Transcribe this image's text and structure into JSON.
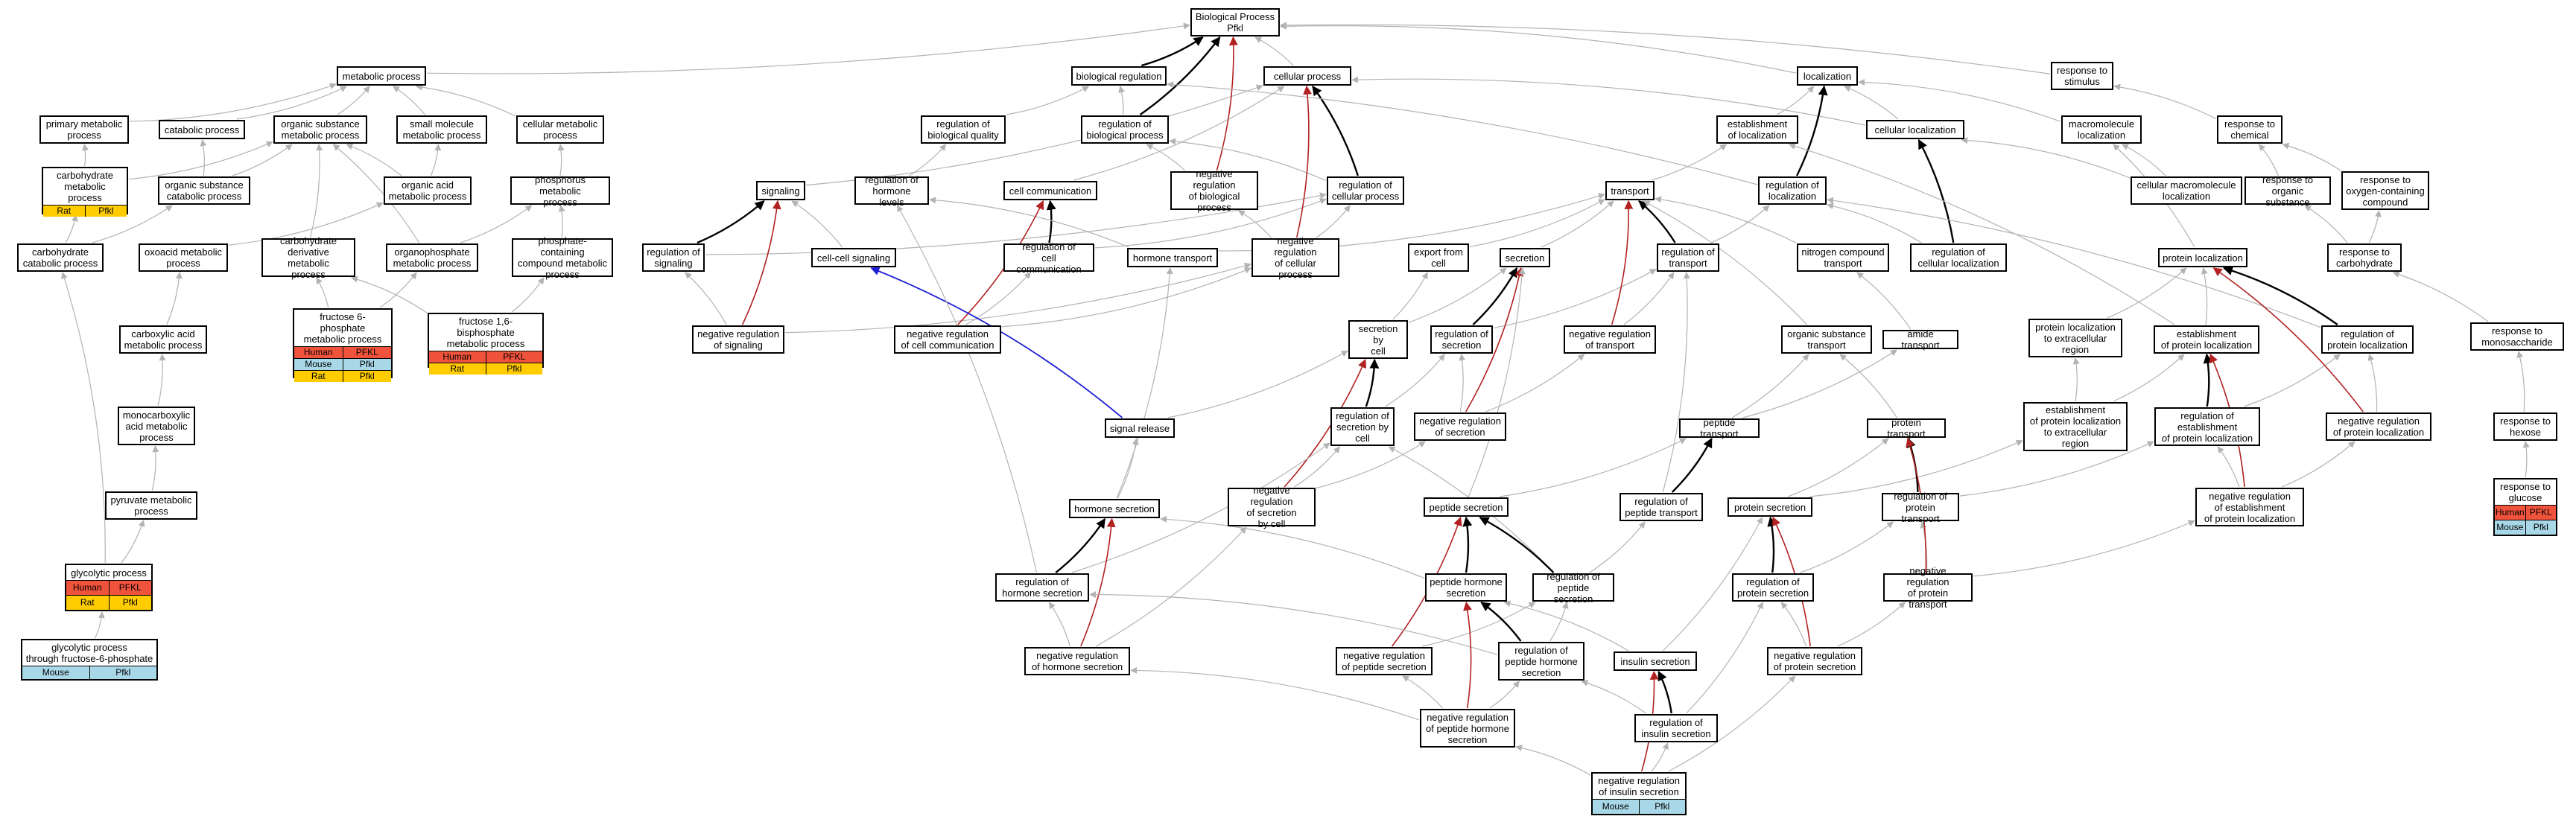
{
  "colors": {
    "edge_gray": "#b3b3b3",
    "edge_black": "#000000",
    "edge_red": "#b22222",
    "edge_blue": "#1f1fd6",
    "human": "#f0533c",
    "rat": "#ffcc00",
    "mouse": "#a8d8e8"
  },
  "nodes": [
    {
      "id": "root",
      "label": "Biological Process\nPfkl"
    },
    {
      "id": "bioreg",
      "label": "biological regulation"
    },
    {
      "id": "cellproc",
      "label": "cellular process"
    },
    {
      "id": "localization",
      "label": "localization"
    },
    {
      "id": "resp_stim",
      "label": "response to\nstimulus"
    },
    {
      "id": "metabolic",
      "label": "metabolic process"
    },
    {
      "id": "primary_met",
      "label": "primary metabolic\nprocess"
    },
    {
      "id": "catabolic",
      "label": "catabolic process"
    },
    {
      "id": "org_sub_met",
      "label": "organic substance\nmetabolic process"
    },
    {
      "id": "small_mol_met",
      "label": "small molecule\nmetabolic process"
    },
    {
      "id": "cell_met",
      "label": "cellular metabolic\nprocess"
    },
    {
      "id": "reg_bioqual",
      "label": "regulation of\nbiological quality"
    },
    {
      "id": "reg_bioproc",
      "label": "regulation of\nbiological process"
    },
    {
      "id": "est_loc",
      "label": "establishment\nof localization"
    },
    {
      "id": "cell_loc",
      "label": "cellular localization"
    },
    {
      "id": "macromol_loc",
      "label": "macromolecule\nlocalization"
    },
    {
      "id": "resp_chem",
      "label": "response to\nchemical"
    },
    {
      "id": "carb_met",
      "label": "carbohydrate\nmetabolic process",
      "rows": [
        [
          "Rat",
          "Pfkl"
        ]
      ]
    },
    {
      "id": "org_sub_cat",
      "label": "organic substance\ncatabolic process"
    },
    {
      "id": "org_acid_met",
      "label": "organic acid\nmetabolic process"
    },
    {
      "id": "phos_met",
      "label": "phosphorus metabolic\nprocess"
    },
    {
      "id": "reg_hormone_lvl",
      "label": "regulation of\nhormone levels"
    },
    {
      "id": "signaling",
      "label": "signaling"
    },
    {
      "id": "cell_comm",
      "label": "cell communication"
    },
    {
      "id": "neg_reg_bioproc",
      "label": "negative regulation\nof biological\nprocess"
    },
    {
      "id": "reg_cellproc",
      "label": "regulation of\ncellular process"
    },
    {
      "id": "transport",
      "label": "transport"
    },
    {
      "id": "reg_loc",
      "label": "regulation of\nlocalization"
    },
    {
      "id": "cell_macro_loc",
      "label": "cellular macromolecule\nlocalization"
    },
    {
      "id": "resp_org_sub",
      "label": "response to\norganic substance"
    },
    {
      "id": "resp_oxy",
      "label": "response to\noxygen-containing\ncompound"
    },
    {
      "id": "carb_cat",
      "label": "carbohydrate\ncatabolic process"
    },
    {
      "id": "oxoacid_met",
      "label": "oxoacid metabolic\nprocess"
    },
    {
      "id": "carb_deriv_met",
      "label": "carbohydrate\nderivative metabolic\nprocess"
    },
    {
      "id": "organophos_met",
      "label": "organophosphate\nmetabolic process"
    },
    {
      "id": "phos_comp_met",
      "label": "phosphate-containing\ncompound metabolic\nprocess"
    },
    {
      "id": "reg_signaling",
      "label": "regulation of\nsignaling"
    },
    {
      "id": "cellcell_sig",
      "label": "cell-cell signaling"
    },
    {
      "id": "reg_cellcomm",
      "label": "regulation of\ncell communication"
    },
    {
      "id": "hormone_transport",
      "label": "hormone transport"
    },
    {
      "id": "neg_reg_cellproc",
      "label": "negative regulation\nof cellular\nprocess"
    },
    {
      "id": "export",
      "label": "export from\ncell"
    },
    {
      "id": "secretion",
      "label": "secretion"
    },
    {
      "id": "reg_transport",
      "label": "regulation of\ntransport"
    },
    {
      "id": "nitrogen_transport",
      "label": "nitrogen compound\ntransport"
    },
    {
      "id": "reg_cell_loc",
      "label": "regulation of\ncellular localization"
    },
    {
      "id": "protein_loc",
      "label": "protein localization"
    },
    {
      "id": "resp_carb",
      "label": "response to\ncarbohydrate"
    },
    {
      "id": "f6p_met",
      "label": "fructose 6-phosphate\nmetabolic process",
      "rows": [
        [
          "Human",
          "PFKL"
        ],
        [
          "Mouse",
          "Pfkl"
        ],
        [
          "Rat",
          "Pfkl"
        ]
      ]
    },
    {
      "id": "f16bp_met",
      "label": "fructose 1,6-bisphosphate\nmetabolic process",
      "rows": [
        [
          "Human",
          "PFKL"
        ],
        [
          "Rat",
          "Pfkl"
        ]
      ]
    },
    {
      "id": "carboxylic_met",
      "label": "carboxylic acid\nmetabolic process"
    },
    {
      "id": "neg_reg_signaling",
      "label": "negative regulation\nof signaling"
    },
    {
      "id": "neg_reg_cellcomm",
      "label": "negative regulation\nof cell communication"
    },
    {
      "id": "sec_by_cell",
      "label": "secretion by\ncell"
    },
    {
      "id": "reg_secretion",
      "label": "regulation of\nsecretion"
    },
    {
      "id": "neg_reg_transport",
      "label": "negative regulation\nof transport"
    },
    {
      "id": "org_sub_transport",
      "label": "organic substance\ntransport"
    },
    {
      "id": "amide_transport",
      "label": "amide transport"
    },
    {
      "id": "prot_loc_extra",
      "label": "protein localization\nto extracellular\nregion"
    },
    {
      "id": "est_prot_loc",
      "label": "establishment\nof protein localization"
    },
    {
      "id": "reg_prot_loc",
      "label": "regulation of\nprotein localization"
    },
    {
      "id": "resp_monosacch",
      "label": "response to\nmonosaccharide"
    },
    {
      "id": "monocarbox_met",
      "label": "monocarboxylic\nacid metabolic\nprocess"
    },
    {
      "id": "signal_release",
      "label": "signal release"
    },
    {
      "id": "reg_sec_by_cell",
      "label": "regulation of\nsecretion by\ncell"
    },
    {
      "id": "neg_reg_secretion",
      "label": "negative regulation\nof secretion"
    },
    {
      "id": "peptide_transport",
      "label": "peptide transport"
    },
    {
      "id": "protein_transport",
      "label": "protein transport"
    },
    {
      "id": "est_prot_loc_extra",
      "label": "establishment\nof protein localization\nto extracellular\nregion"
    },
    {
      "id": "reg_est_prot_loc",
      "label": "regulation of\nestablishment\nof protein localization"
    },
    {
      "id": "neg_reg_prot_loc",
      "label": "negative regulation\nof protein localization"
    },
    {
      "id": "resp_hexose",
      "label": "response to\nhexose"
    },
    {
      "id": "pyruvate_met",
      "label": "pyruvate metabolic\nprocess"
    },
    {
      "id": "hormone_secretion",
      "label": "hormone secretion"
    },
    {
      "id": "neg_reg_sec_by_cell",
      "label": "negative regulation\nof secretion\nby cell"
    },
    {
      "id": "peptide_secretion",
      "label": "peptide secretion"
    },
    {
      "id": "reg_pep_transport",
      "label": "regulation of\npeptide transport"
    },
    {
      "id": "protein_secretion",
      "label": "protein secretion"
    },
    {
      "id": "reg_prot_transport",
      "label": "regulation of\nprotein transport"
    },
    {
      "id": "neg_reg_est_prot_loc",
      "label": "negative regulation\nof establishment\nof protein localization"
    },
    {
      "id": "resp_glucose",
      "label": "response to\nglucose",
      "rows": [
        [
          "Human",
          "PFKL"
        ],
        [
          "Mouse",
          "Pfkl"
        ]
      ]
    },
    {
      "id": "glycolytic",
      "label": "glycolytic process",
      "rows": [
        [
          "Human",
          "PFKL"
        ],
        [
          "Rat",
          "Pfkl"
        ]
      ]
    },
    {
      "id": "reg_hormone_sec",
      "label": "regulation of\nhormone secretion"
    },
    {
      "id": "pep_hormone_sec",
      "label": "peptide hormone\nsecretion"
    },
    {
      "id": "reg_pep_sec",
      "label": "regulation of\npeptide secretion"
    },
    {
      "id": "reg_prot_sec",
      "label": "regulation of\nprotein secretion"
    },
    {
      "id": "neg_reg_prot_transport",
      "label": "negative regulation\nof protein transport"
    },
    {
      "id": "glyco_f6p",
      "label": "glycolytic process\nthrough fructose-6-phosphate",
      "rows": [
        [
          "Mouse",
          "Pfkl"
        ]
      ]
    },
    {
      "id": "neg_reg_hormone_sec",
      "label": "negative regulation\nof hormone secretion"
    },
    {
      "id": "neg_reg_pep_sec",
      "label": "negative regulation\nof peptide secretion"
    },
    {
      "id": "reg_pep_hormone_sec",
      "label": "regulation of\npeptide hormone\nsecretion"
    },
    {
      "id": "insulin_sec",
      "label": "insulin secretion"
    },
    {
      "id": "neg_reg_prot_sec",
      "label": "negative regulation\nof protein secretion"
    },
    {
      "id": "reg_insulin_sec",
      "label": "regulation of\ninsulin secretion"
    },
    {
      "id": "neg_reg_pep_hormone_sec",
      "label": "negative regulation\nof peptide hormone\nsecretion"
    },
    {
      "id": "neg_reg_insulin_sec",
      "label": "negative regulation\nof insulin secretion",
      "rows": [
        [
          "Mouse",
          "Pfkl"
        ]
      ]
    }
  ]
}
